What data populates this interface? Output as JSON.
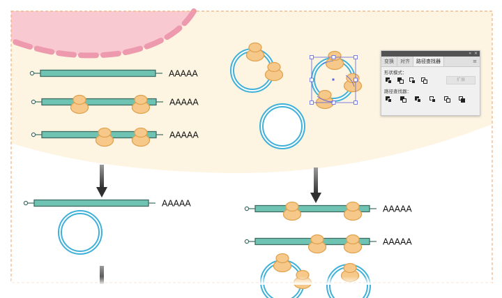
{
  "labels": {
    "polya": "AAAAA"
  },
  "panel": {
    "tabs": [
      "变换",
      "对齐",
      "路径查找器"
    ],
    "active_tab": "路径查找器",
    "menu_icon": "≡",
    "shape_modes_label": "形状模式：",
    "pathfinders_label": "路径查找器：",
    "expand_label": "扩展",
    "titlebar_icons": [
      "collapse-icon",
      "close-icon"
    ]
  },
  "colors": {
    "mrna_fill": "#6fc3b2",
    "mrna_stroke": "#3d6b62",
    "ribosome_fill": "#f6c98a",
    "ribosome_stroke": "#e0a24e",
    "circle_stroke": "#3fb0d8",
    "nucleus_fill": "#f8c9d1",
    "nucleus_dash": "#ee9aae",
    "cytoplasm_fill": "#fdf5e2",
    "selection": "#5b63e0",
    "frame_dash": "#f2b07a",
    "arrow": "#3a3a3a"
  }
}
